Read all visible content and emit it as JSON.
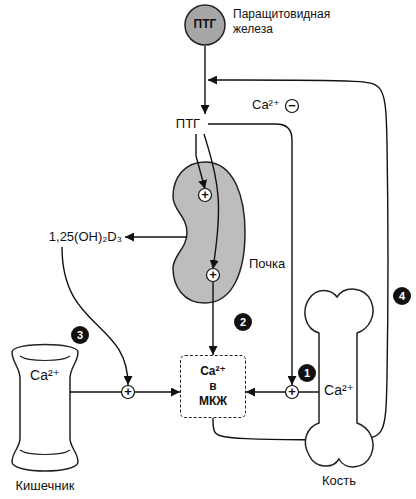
{
  "diagram": {
    "nodes": [
      {
        "text": [
          "ПТГ",
          "Паращитовидная железа"
        ]
      },
      {
        "text": [
          "ПТГ"
        ]
      },
      {
        "text": [
          "1,25(OH)₂D₃"
        ]
      },
      {
        "text": [
          "Почка"
        ]
      },
      {
        "text": [
          "Ca²⁺",
          "Кишечник"
        ]
      },
      {
        "text": [
          "Ca²⁺ в МКЖ"
        ]
      },
      {
        "text": [
          "Ca²⁺",
          "Кость"
        ]
      }
    ],
    "edges": [
      {
        "from": 0,
        "to": 1,
        "arrow": "to"
      },
      {
        "from": 1,
        "to": 3,
        "arrow": "to"
      },
      {
        "from": 1,
        "to": 3,
        "arrow": "to"
      },
      {
        "from": 3,
        "to": 2,
        "arrow": "to"
      },
      {
        "from": 3,
        "to": 5,
        "arrow": "to"
      },
      {
        "from": 4,
        "to": 5,
        "arrow": "to"
      },
      {
        "from": 6,
        "to": 5,
        "arrow": "to"
      },
      {
        "from": 5,
        "to": 1,
        "label": "Ca²⁺",
        "arrow": "to"
      }
    ],
    "labels": [
      "+",
      "+",
      "+",
      "+",
      "−",
      "1",
      "2",
      "3",
      "4"
    ]
  }
}
